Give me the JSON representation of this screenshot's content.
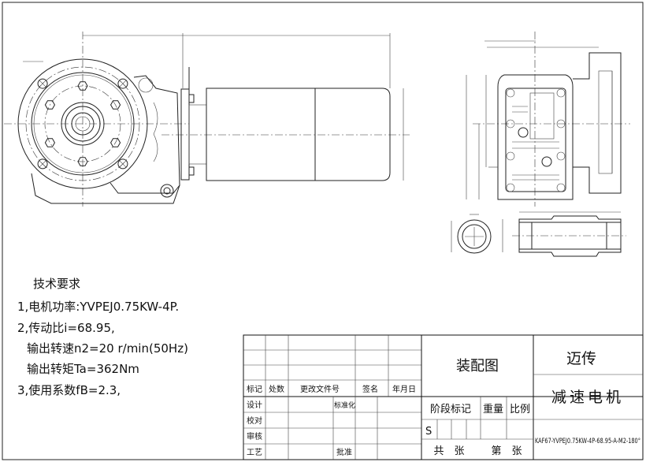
{
  "technical_requirements": {
    "title": "技术要求",
    "items": [
      "1,电机功率:YVPEJ0.75KW-4P.",
      "2,传动比i=68.95,",
      "输出转速n2=20 r/min(50Hz)",
      "输出转矩Ta=362Nm",
      "3,使用系数fB=2.3,"
    ]
  },
  "title_block": {
    "headers": {
      "mark": "标记",
      "count": "处数",
      "doc_no": "更改文件号",
      "sign": "签名",
      "date": "年月日"
    },
    "roles": {
      "design": "设计",
      "standard": "标准化",
      "check": "校对",
      "review": "审核",
      "process": "工艺",
      "approve": "批准"
    },
    "drawing_type": "装配图",
    "stage_mark": "阶段标记",
    "weight": "重量",
    "scale": "比例",
    "stage_value": "S",
    "total_sheets": "共　张",
    "sheet_no": "第　张",
    "company": "迈传",
    "product": "减速电机",
    "model": "KAF67-YVPEJ0.75KW-4P-68.95-A-M2-180°"
  },
  "colors": {
    "line": "#222222",
    "background": "#ffffff"
  }
}
